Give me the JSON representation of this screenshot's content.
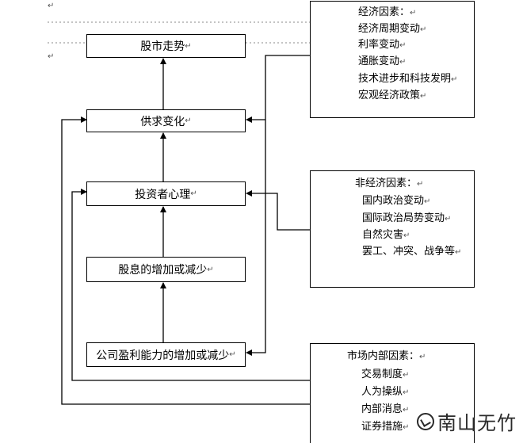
{
  "paragraph_mark": "↵",
  "flow_boxes": {
    "stock_trend": "股市走势",
    "supply_demand": "供求变化",
    "investor_psychology": "投资者心理",
    "dividend_change": "股息的增加或减少",
    "profitability_change": "公司盈利能力的增加或减少"
  },
  "economic_factors": {
    "title": "经济因素：",
    "items": [
      "经济周期变动",
      "利率变动",
      "通胀变动",
      "技术进步和科技发明",
      "宏观经济政策"
    ]
  },
  "non_economic_factors": {
    "title": "非经济因素：",
    "items": [
      "国内政治变动",
      "国际政治局势变动",
      "自然灾害",
      "罢工、冲突、战争等"
    ]
  },
  "market_internal_factors": {
    "title": "市场内部因素：",
    "items": [
      "交易制度",
      "人为操纵",
      "内部消息",
      "证券措施"
    ]
  },
  "watermark": "南山无竹"
}
